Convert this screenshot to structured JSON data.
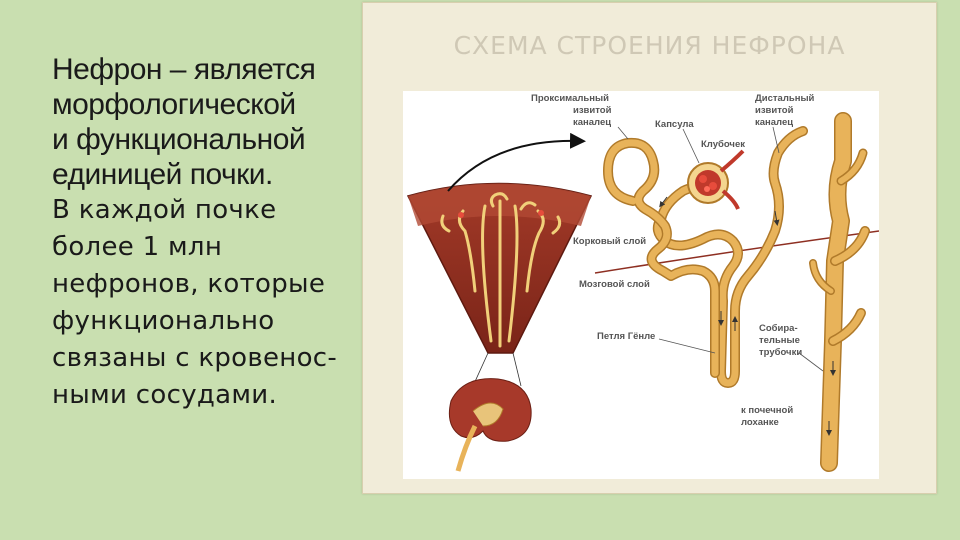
{
  "left": {
    "bold_lines": [
      "Нефрон – является",
      "морфологической",
      "и функциональной",
      "единицей почки."
    ],
    "regular_lines": [
      "В каждой почке",
      "более 1 млн",
      "нефронов, которые",
      "функционально",
      "связаны с кровенос-",
      "ными сосудами."
    ]
  },
  "panel": {
    "title": "СХЕМА СТРОЕНИЯ НЕФРОНА"
  },
  "diagram": {
    "labels": {
      "proximal": [
        "Проксимальный",
        "извитой",
        "каналец"
      ],
      "capsule": "Капсула",
      "glomerulus": "Клубочек",
      "distal": [
        "Дистальный",
        "извитой",
        "каналец"
      ],
      "cortex": "Корковый слой",
      "medulla": "Мозговой слой",
      "loop": "Петля Гёнле",
      "collecting": [
        "Собира-",
        "тельные",
        "трубочки"
      ],
      "pelvis": [
        "к почечной",
        "лоханке"
      ]
    },
    "colors": {
      "tubule": "#e8b35a",
      "tubule_edge": "#b07a2a",
      "pyramid": "#8e2f22",
      "capsule": "#c0392b"
    }
  }
}
